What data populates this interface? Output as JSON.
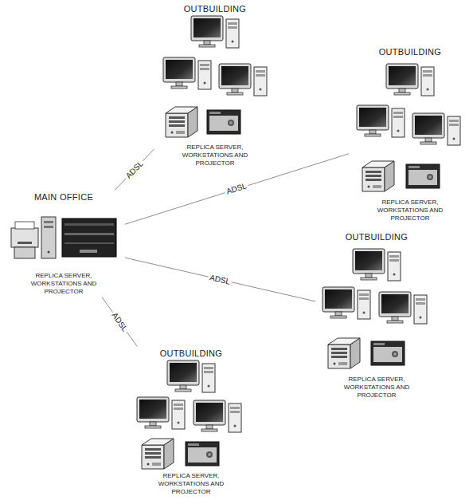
{
  "diagram": {
    "nodes": [
      {
        "text": [
          "OUTBUILDING",
          "REPLICA SERVER, WORKSTATIONS AND PROJECTOR"
        ]
      },
      {
        "text": [
          "OUTBUILDING",
          "REPLICA SERVER, WORKSTATIONS AND PROJECTOR"
        ]
      },
      {
        "text": [
          "MAIN OFFICE",
          "REPLICA SERVER, WORKSTATIONS AND PROJECTOR"
        ]
      },
      {
        "text": [
          "OUTBUILDING",
          "REPLICA SERVER, WORKSTATIONS AND PROJECTOR"
        ]
      },
      {
        "text": [
          "OUTBUILDING",
          "REPLICA SERVER, WORKSTATIONS AND PROJECTOR"
        ]
      }
    ],
    "edges": [
      {
        "from": 2,
        "to": 0,
        "label": "ADSL",
        "arrow": "none"
      },
      {
        "from": 2,
        "to": 1,
        "label": "ADSL",
        "arrow": "none"
      },
      {
        "from": 2,
        "to": 3,
        "label": "ADSL",
        "arrow": "none"
      },
      {
        "from": 2,
        "to": 4,
        "label": "ADSL",
        "arrow": "none"
      }
    ]
  }
}
